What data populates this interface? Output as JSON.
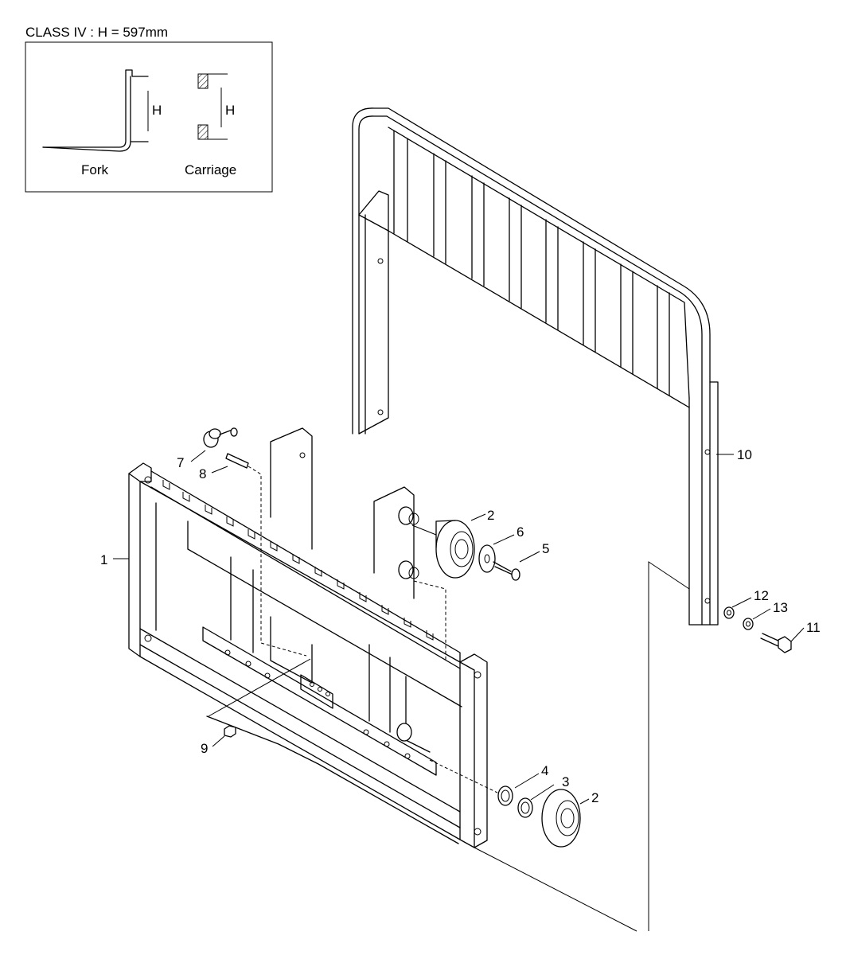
{
  "header": {
    "class_note": "CLASS IV : H = 597mm"
  },
  "inset": {
    "fork_label": "Fork",
    "carriage_label": "Carriage",
    "h_symbol": "H"
  },
  "callouts": [
    {
      "id": "1",
      "label": "1"
    },
    {
      "id": "2a",
      "label": "2"
    },
    {
      "id": "2b",
      "label": "2"
    },
    {
      "id": "3",
      "label": "3"
    },
    {
      "id": "4",
      "label": "4"
    },
    {
      "id": "5",
      "label": "5"
    },
    {
      "id": "6",
      "label": "6"
    },
    {
      "id": "7",
      "label": "7"
    },
    {
      "id": "8",
      "label": "8"
    },
    {
      "id": "9",
      "label": "9"
    },
    {
      "id": "10",
      "label": "10"
    },
    {
      "id": "11",
      "label": "11"
    },
    {
      "id": "12",
      "label": "12"
    },
    {
      "id": "13",
      "label": "13"
    }
  ]
}
